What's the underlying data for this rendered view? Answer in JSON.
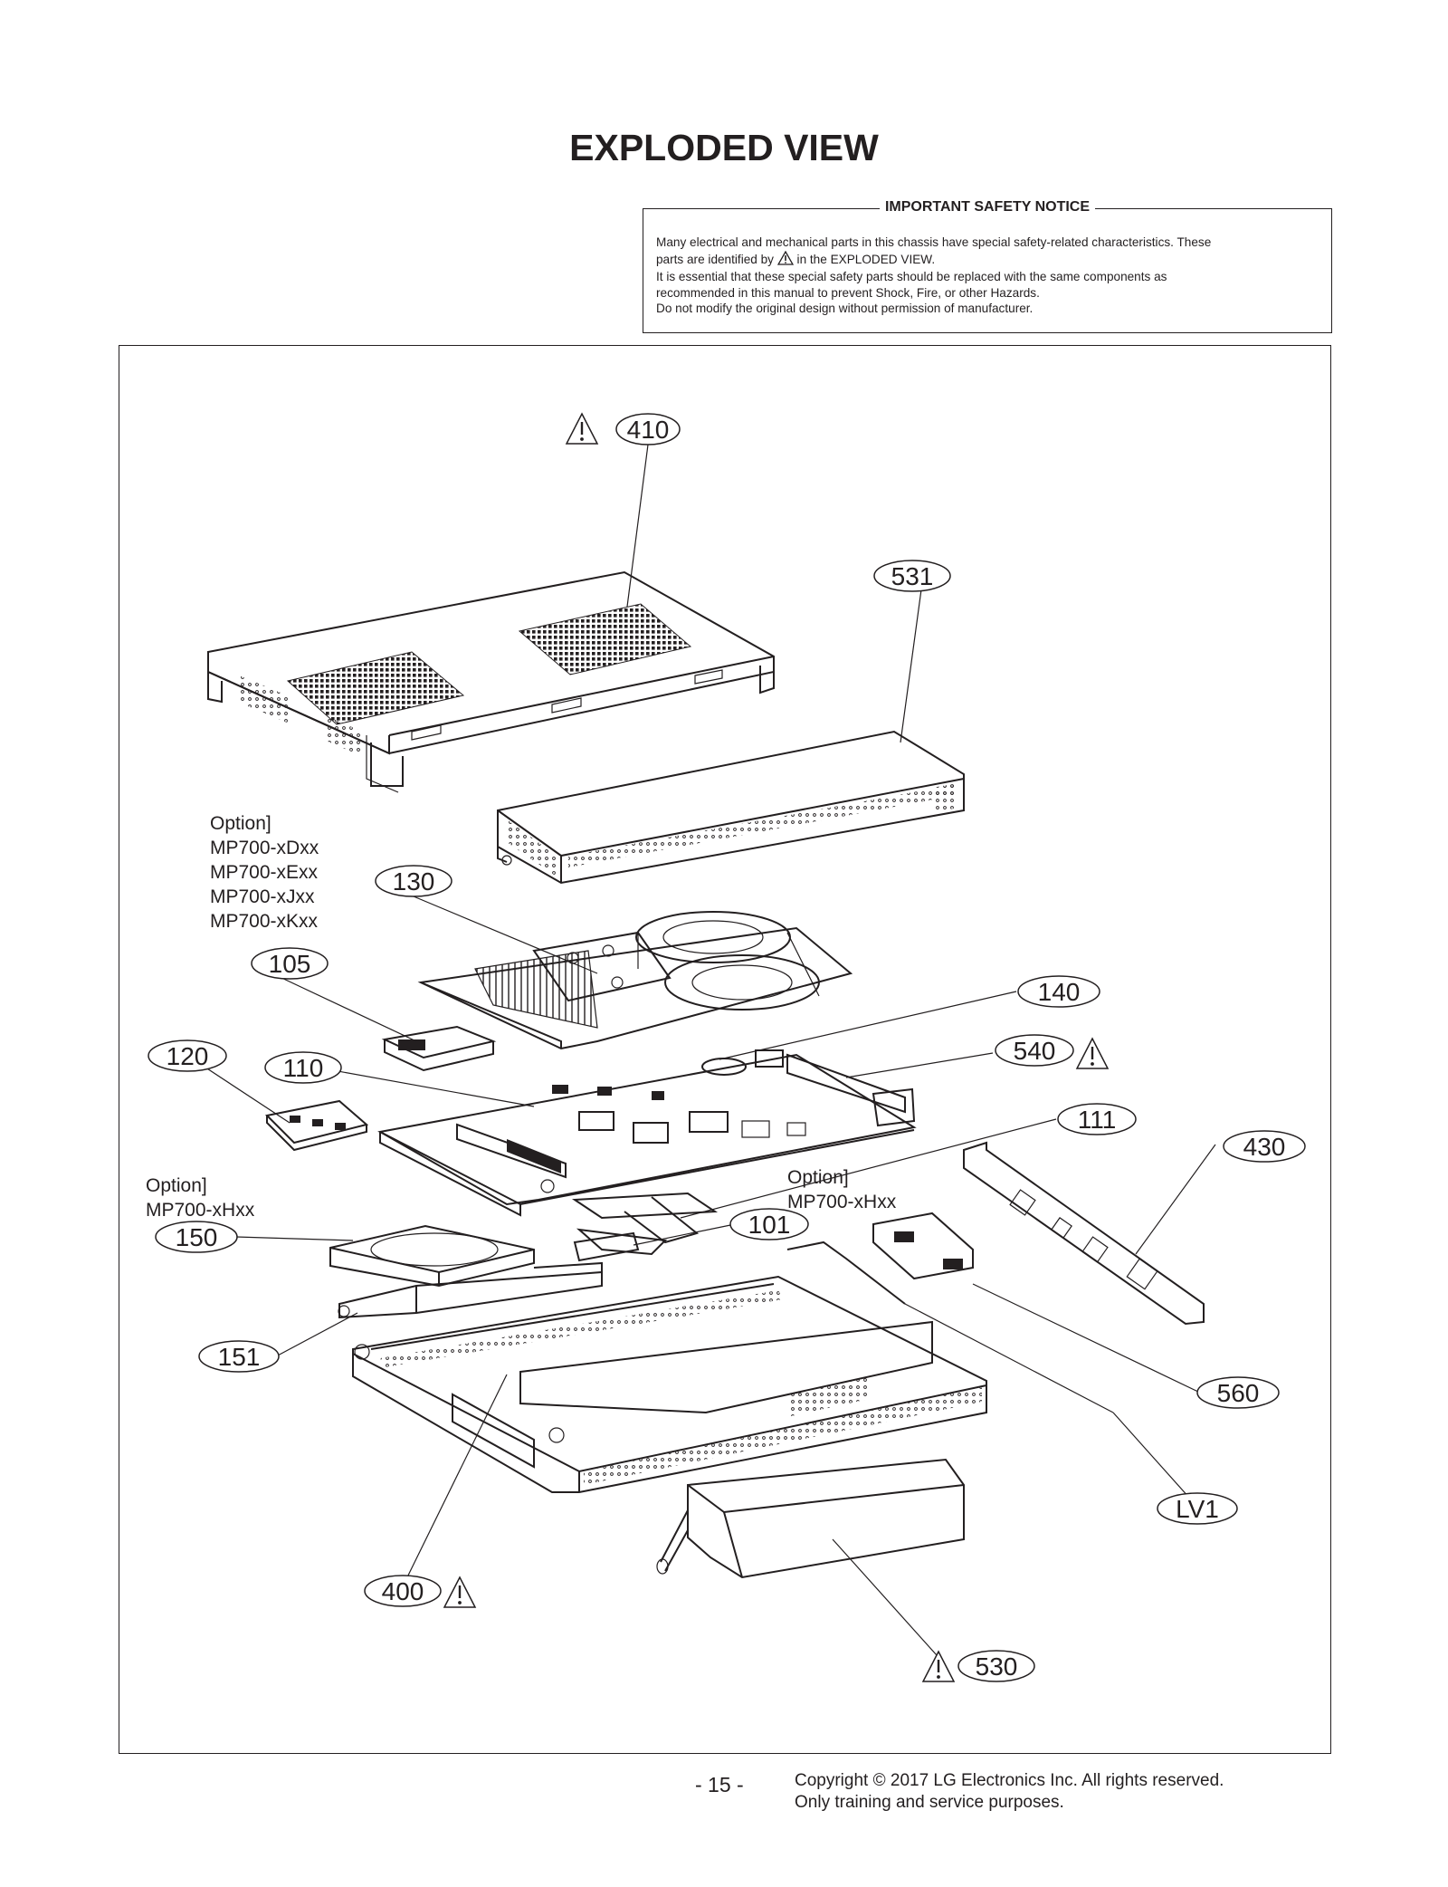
{
  "page": {
    "title": "EXPLODED VIEW",
    "page_number": "- 15 -",
    "copyright_line1": "Copyright © 2017 LG Electronics Inc. All rights reserved.",
    "copyright_line2": "Only training and service purposes."
  },
  "notice": {
    "heading": "IMPORTANT SAFETY NOTICE",
    "line1": "Many electrical and mechanical parts in this chassis have special safety-related characteristics. These",
    "line2a": "parts are identified by",
    "line2b": "in the EXPLODED VIEW.",
    "line3": "It is essential that these special safety parts should be replaced with the same components as",
    "line4": "recommended in this manual to prevent Shock, Fire, or other Hazards.",
    "line5": "Do not modify the original design without permission of manufacturer."
  },
  "options": {
    "top_left": "Option]\nMP700-xDxx\nMP700-xExx\nMP700-xJxx\nMP700-xKxx",
    "left_hdd": "Option]\nMP700-xHxx",
    "center_hdd": "Option]\nMP700-xHxx"
  },
  "callouts": {
    "c410": "410",
    "c531": "531",
    "c130": "130",
    "c105": "105",
    "c140": "140",
    "c540": "540",
    "c120": "120",
    "c110": "110",
    "c111": "111",
    "c430": "430",
    "c150": "150",
    "c101": "101",
    "c151": "151",
    "c560": "560",
    "cLV1": "LV1",
    "c400": "400",
    "c530": "530"
  },
  "icons": {
    "safety": "warning-triangle-icon"
  }
}
